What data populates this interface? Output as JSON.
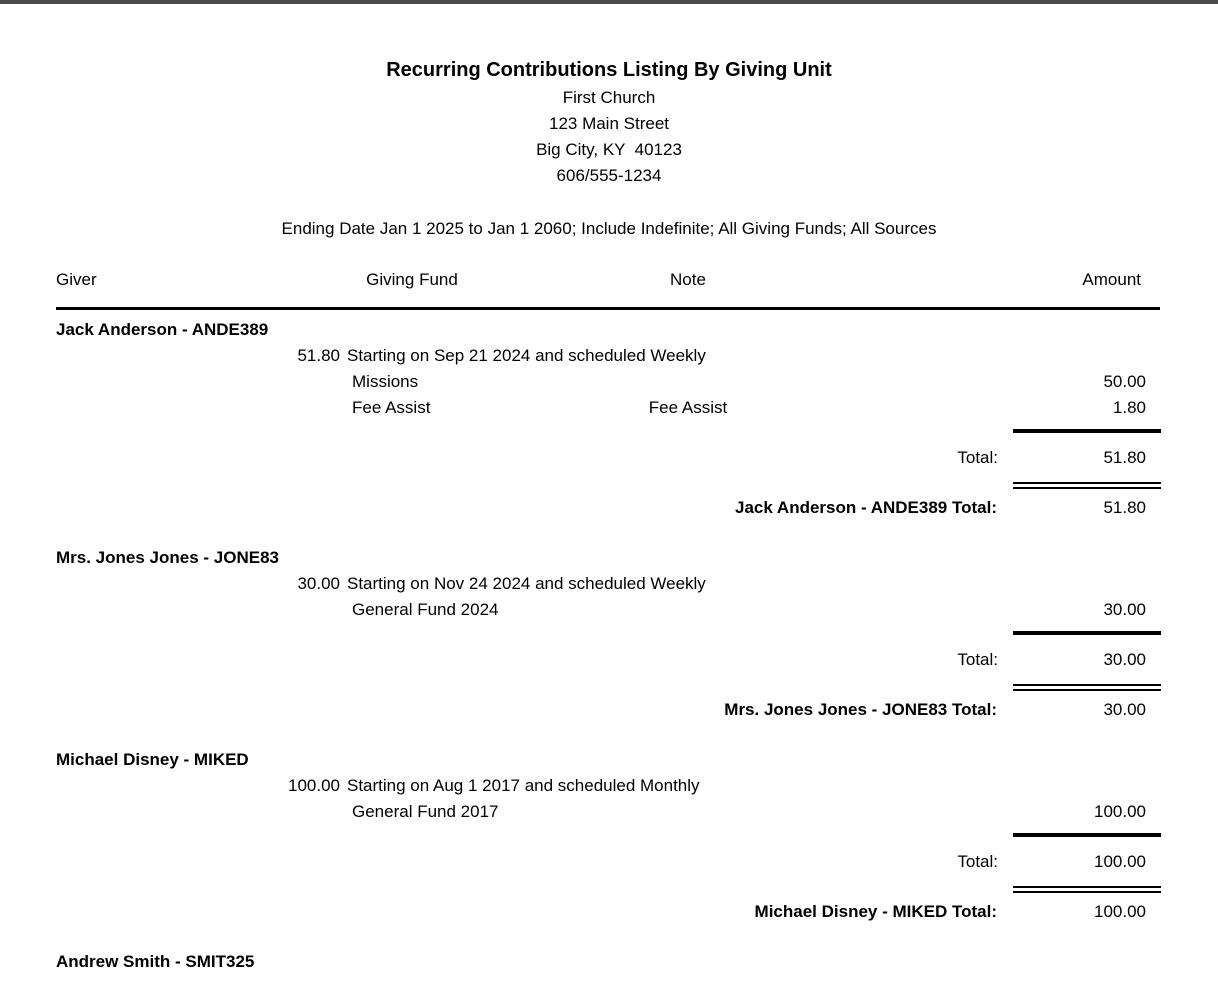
{
  "page": {
    "topbar_color": "#4a4a4a"
  },
  "report": {
    "title": "Recurring Contributions Listing By Giving Unit",
    "org": {
      "name": "First Church",
      "address": "123 Main Street",
      "city_state_zip": "Big City, KY  40123",
      "phone": "606/555-1234"
    },
    "criteria": "Ending Date Jan 1 2025 to Jan 1 2060; Include Indefinite; All Giving Funds; All Sources",
    "columns": {
      "giver": "Giver",
      "giving_fund": "Giving Fund",
      "note": "Note",
      "amount": "Amount"
    },
    "total_label": "Total:",
    "groups": [
      {
        "giver": "Jack Anderson - ANDE389",
        "schedule_amount": "51.80",
        "schedule_text": "Starting on Sep 21 2024 and scheduled Weekly",
        "lines": [
          {
            "fund": "Missions",
            "note": "",
            "amount": "50.00"
          },
          {
            "fund": "Fee Assist",
            "note": "Fee Assist",
            "amount": "1.80"
          }
        ],
        "total": "51.80",
        "group_total_label": "Jack Anderson - ANDE389 Total:",
        "group_total": "51.80"
      },
      {
        "giver": "Mrs. Jones Jones - JONE83",
        "schedule_amount": "30.00",
        "schedule_text": "Starting on Nov 24 2024 and scheduled Weekly",
        "lines": [
          {
            "fund": "General Fund 2024",
            "note": "",
            "amount": "30.00"
          }
        ],
        "total": "30.00",
        "group_total_label": "Mrs. Jones Jones - JONE83 Total:",
        "group_total": "30.00"
      },
      {
        "giver": "Michael Disney - MIKED",
        "schedule_amount": "100.00",
        "schedule_text": "Starting on Aug 1 2017 and scheduled Monthly",
        "lines": [
          {
            "fund": "General Fund 2017",
            "note": "",
            "amount": "100.00"
          }
        ],
        "total": "100.00",
        "group_total_label": "Michael Disney - MIKED Total:",
        "group_total": "100.00"
      }
    ],
    "partial_next_giver": "Andrew Smith - SMIT325"
  }
}
